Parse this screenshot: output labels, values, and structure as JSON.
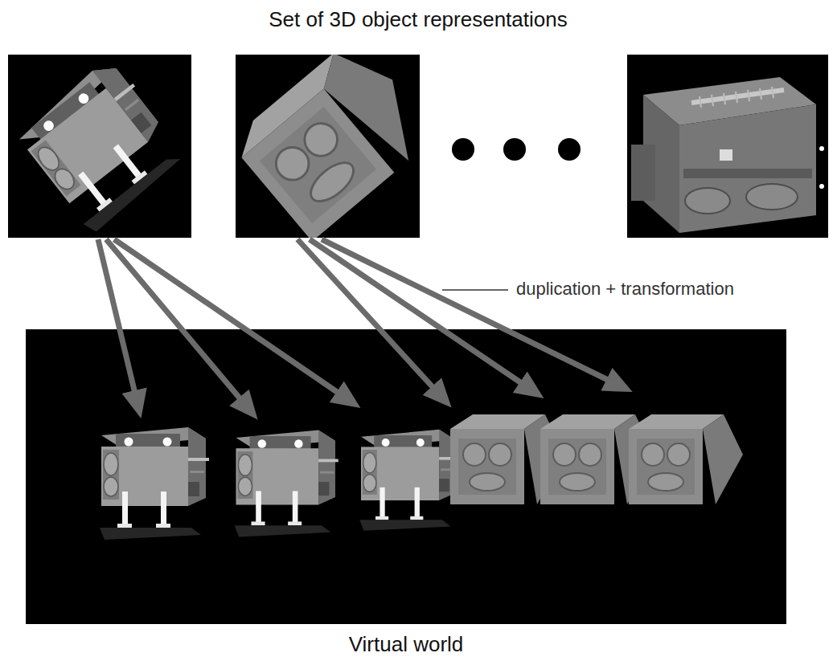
{
  "diagram": {
    "title": "Set of 3D object representations",
    "nodes": [
      {
        "text": [
          "Virtual world"
        ]
      }
    ],
    "labels": [
      "duplication + transformation"
    ]
  }
}
